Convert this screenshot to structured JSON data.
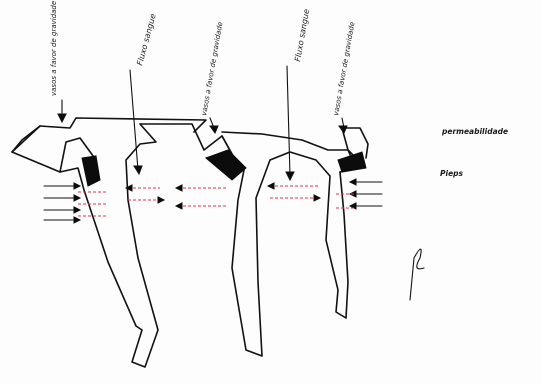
{
  "labels": {
    "vaso_1": "vasos a favor de gravidade",
    "vaso_2": "vasos a favor de gravidade",
    "vaso_3": "vasos a favor de gravidade",
    "fluxo_1": "Fluxo sangue",
    "fluxo_2": "Fluxo sangue"
  },
  "legend": {
    "line_1": "permeabilidade",
    "line_2": "Pieps"
  },
  "signature": "P",
  "colors": {
    "ink": "#111111",
    "flow_arrows": "#e0344f",
    "block": "#0c0c0c"
  }
}
